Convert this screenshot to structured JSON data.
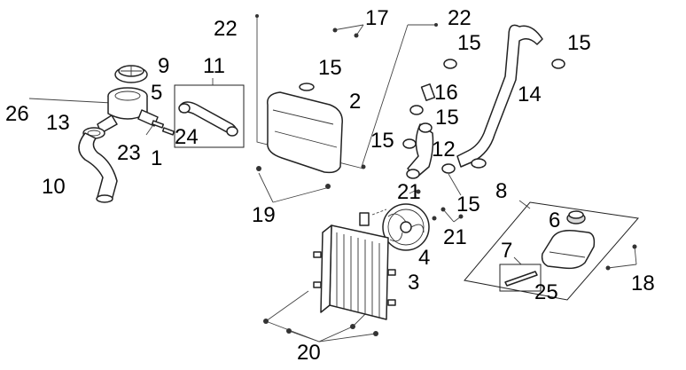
{
  "callouts": {
    "c1": "1",
    "c2": "2",
    "c3": "3",
    "c4": "4",
    "c5": "5",
    "c6": "6",
    "c7": "7",
    "c8": "8",
    "c9": "9",
    "c10": "10",
    "c11": "11",
    "c12": "12",
    "c13": "13",
    "c14": "14",
    "c15a": "15",
    "c15b": "15",
    "c15c": "15",
    "c15d": "15",
    "c15e": "15",
    "c15f": "15",
    "c16": "16",
    "c17": "17",
    "c18": "18",
    "c19": "19",
    "c20": "20",
    "c21a": "21",
    "c21b": "21",
    "c22a": "22",
    "c22b": "22",
    "c23": "23",
    "c24": "24",
    "c25": "25",
    "c26": "26"
  }
}
